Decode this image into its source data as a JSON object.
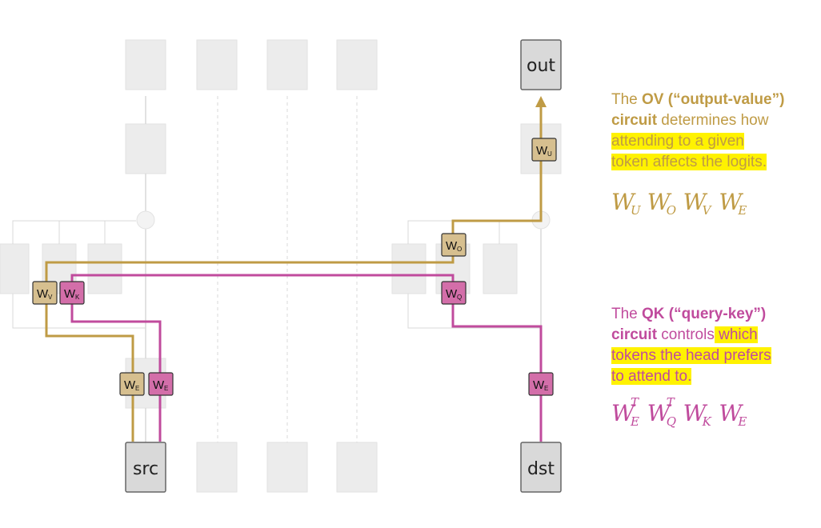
{
  "tokens": {
    "src": "src",
    "dst": "dst",
    "out": "out"
  },
  "weights": {
    "w_main": "W",
    "u": "U",
    "o": "O",
    "v": "V",
    "k": "K",
    "q": "Q",
    "e": "E"
  },
  "ov": {
    "prefix": "The ",
    "bold1": "OV (“output-value”)",
    "bold2": "circuit",
    "rest1": " determines how",
    "hl1": "attending to a given",
    "hl2": "token affects the logits."
  },
  "qk": {
    "prefix": "The ",
    "bold1": "QK (“query-key”)",
    "bold2": "circuit",
    "rest1": " controls",
    "hl1": " which",
    "hl2": "tokens the head prefers",
    "hl3": "to attend to."
  },
  "formulas": {
    "letter": "W",
    "ov": [
      "U",
      "O",
      "V",
      "E"
    ],
    "qk_sub": [
      "E",
      "Q",
      "K",
      "E"
    ],
    "qk_sup": [
      "T",
      "T",
      "",
      ""
    ]
  },
  "colors": {
    "ov": "#bf9b45",
    "qk": "#c04b9d",
    "ov_box": "#d6bf8f",
    "qk_box": "#d36ea9",
    "highlight": "#fff200",
    "ghost": "#ececec"
  }
}
